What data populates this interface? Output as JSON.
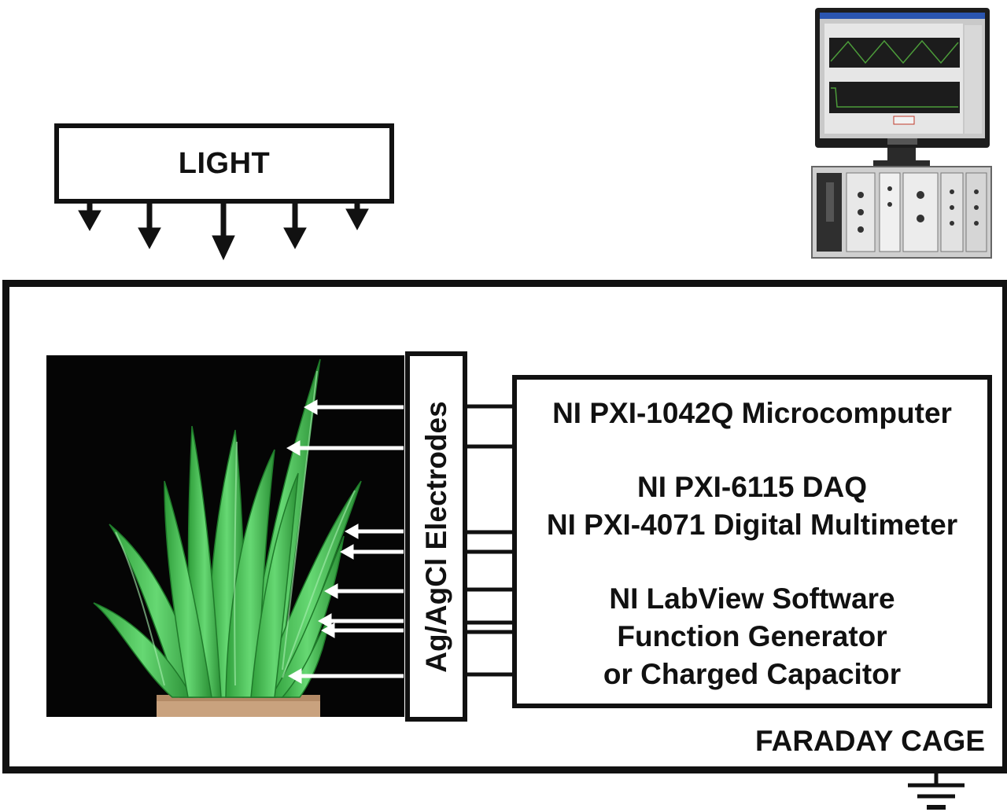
{
  "light": {
    "label": "LIGHT"
  },
  "cage": {
    "label": "FARADAY CAGE"
  },
  "electrodes": {
    "label": "Ag/AgCl Electrodes"
  },
  "instruments": {
    "lines": [
      "NI PXI-1042Q Microcomputer",
      "NI PXI-6115 DAQ",
      "NI PXI-4071 Digital Multimeter",
      "NI LabView Software",
      "Function Generator",
      "or Charged Capacitor"
    ]
  },
  "colors": {
    "line": "#111111",
    "plant_leaf": "#3fbf4a",
    "plant_leaf_light": "#7fe08a",
    "photo_bg": "#050505",
    "pot": "#c9a27e"
  },
  "icons": {
    "computer": "desktop-monitor-with-pxi-chassis",
    "ground": "electrical-ground-symbol",
    "plant": "aloe-vera-plant-photo"
  }
}
